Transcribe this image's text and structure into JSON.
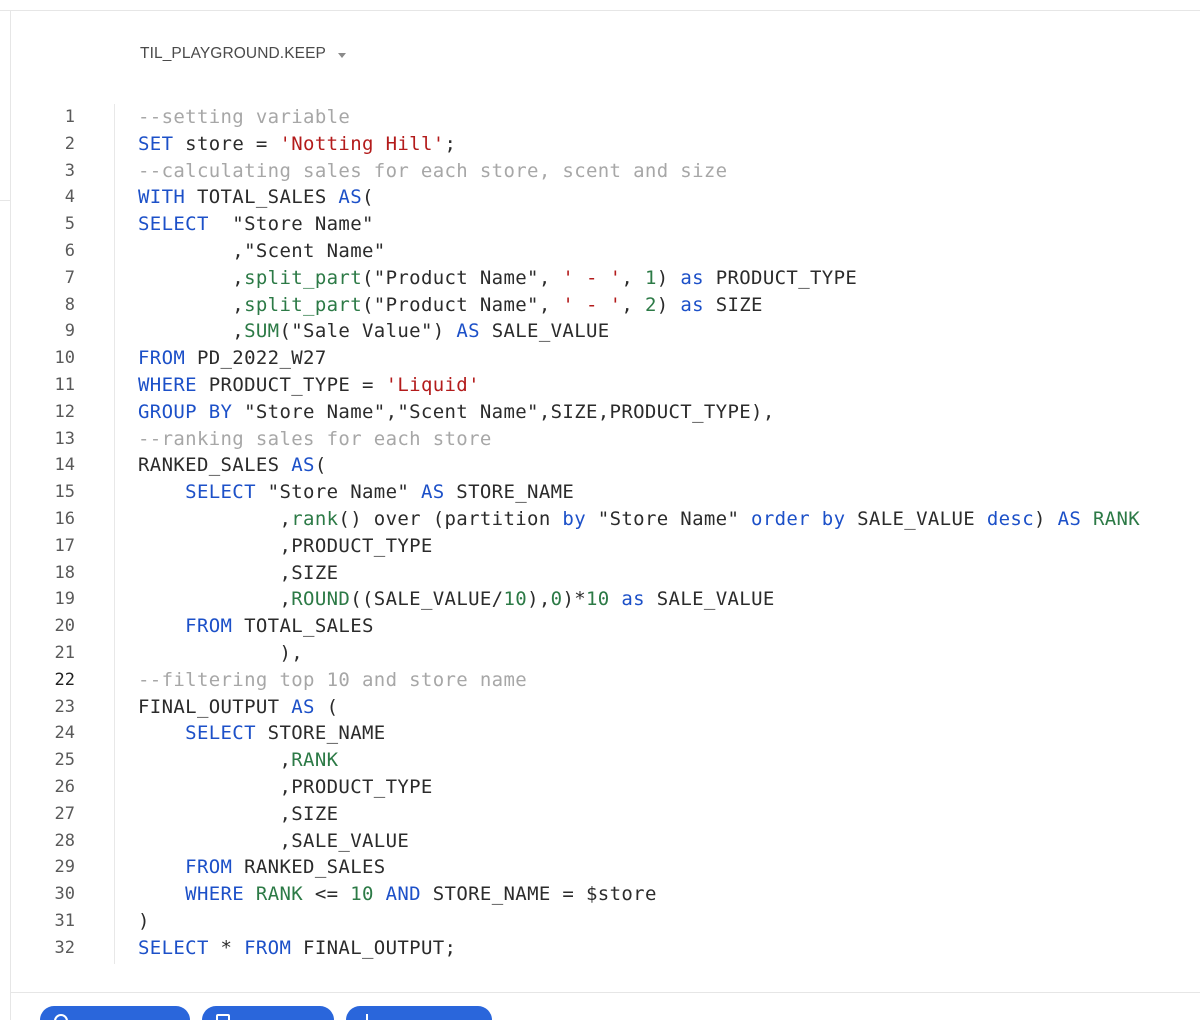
{
  "context": {
    "database_schema": "TIL_PLAYGROUND.KEEP"
  },
  "editor": {
    "active_line": 22,
    "lines": [
      {
        "n": "1",
        "tokens": [
          {
            "t": "--setting variable",
            "c": "cmt"
          }
        ]
      },
      {
        "n": "2",
        "tokens": [
          {
            "t": "SET",
            "c": "kw"
          },
          {
            "t": " store = ",
            "c": ""
          },
          {
            "t": "'Notting Hill'",
            "c": "str"
          },
          {
            "t": ";",
            "c": ""
          }
        ]
      },
      {
        "n": "3",
        "tokens": [
          {
            "t": "--calculating sales for each store, scent and size",
            "c": "cmt"
          }
        ]
      },
      {
        "n": "4",
        "tokens": [
          {
            "t": "WITH",
            "c": "kw"
          },
          {
            "t": " TOTAL_SALES ",
            "c": ""
          },
          {
            "t": "AS",
            "c": "kw"
          },
          {
            "t": "(",
            "c": ""
          }
        ]
      },
      {
        "n": "5",
        "tokens": [
          {
            "t": "SELECT",
            "c": "kw"
          },
          {
            "t": "  \"Store Name\"",
            "c": ""
          }
        ]
      },
      {
        "n": "6",
        "tokens": [
          {
            "t": "        ,\"Scent Name\"",
            "c": ""
          }
        ]
      },
      {
        "n": "7",
        "tokens": [
          {
            "t": "        ,",
            "c": ""
          },
          {
            "t": "split_part",
            "c": "fn"
          },
          {
            "t": "(\"Product Name\", ",
            "c": ""
          },
          {
            "t": "' - '",
            "c": "str"
          },
          {
            "t": ", ",
            "c": ""
          },
          {
            "t": "1",
            "c": "num"
          },
          {
            "t": ") ",
            "c": ""
          },
          {
            "t": "as",
            "c": "kw"
          },
          {
            "t": " PRODUCT_TYPE",
            "c": ""
          }
        ]
      },
      {
        "n": "8",
        "tokens": [
          {
            "t": "        ,",
            "c": ""
          },
          {
            "t": "split_part",
            "c": "fn"
          },
          {
            "t": "(\"Product Name\", ",
            "c": ""
          },
          {
            "t": "' - '",
            "c": "str"
          },
          {
            "t": ", ",
            "c": ""
          },
          {
            "t": "2",
            "c": "num"
          },
          {
            "t": ") ",
            "c": ""
          },
          {
            "t": "as",
            "c": "kw"
          },
          {
            "t": " SIZE",
            "c": ""
          }
        ]
      },
      {
        "n": "9",
        "tokens": [
          {
            "t": "        ,",
            "c": ""
          },
          {
            "t": "SUM",
            "c": "fn"
          },
          {
            "t": "(\"Sale Value\") ",
            "c": ""
          },
          {
            "t": "AS",
            "c": "kw"
          },
          {
            "t": " SALE_VALUE",
            "c": ""
          }
        ]
      },
      {
        "n": "10",
        "tokens": [
          {
            "t": "FROM",
            "c": "kw"
          },
          {
            "t": " PD_2022_W27",
            "c": ""
          }
        ]
      },
      {
        "n": "11",
        "tokens": [
          {
            "t": "WHERE",
            "c": "kw"
          },
          {
            "t": " PRODUCT_TYPE = ",
            "c": ""
          },
          {
            "t": "'Liquid'",
            "c": "str"
          }
        ]
      },
      {
        "n": "12",
        "tokens": [
          {
            "t": "GROUP BY",
            "c": "kw"
          },
          {
            "t": " \"Store Name\",\"Scent Name\",SIZE,PRODUCT_TYPE),",
            "c": ""
          }
        ]
      },
      {
        "n": "13",
        "tokens": [
          {
            "t": "--ranking sales for each store",
            "c": "cmt"
          }
        ]
      },
      {
        "n": "14",
        "tokens": [
          {
            "t": "RANKED_SALES ",
            "c": ""
          },
          {
            "t": "AS",
            "c": "kw"
          },
          {
            "t": "(",
            "c": ""
          }
        ]
      },
      {
        "n": "15",
        "tokens": [
          {
            "t": "    ",
            "c": ""
          },
          {
            "t": "SELECT",
            "c": "kw"
          },
          {
            "t": " \"Store Name\" ",
            "c": ""
          },
          {
            "t": "AS",
            "c": "kw"
          },
          {
            "t": " STORE_NAME",
            "c": ""
          }
        ]
      },
      {
        "n": "16",
        "tokens": [
          {
            "t": "            ,",
            "c": ""
          },
          {
            "t": "rank",
            "c": "fn"
          },
          {
            "t": "() over (partition ",
            "c": ""
          },
          {
            "t": "by",
            "c": "kw"
          },
          {
            "t": " \"Store Name\" ",
            "c": ""
          },
          {
            "t": "order by",
            "c": "kw"
          },
          {
            "t": " SALE_VALUE ",
            "c": ""
          },
          {
            "t": "desc",
            "c": "kw"
          },
          {
            "t": ") ",
            "c": ""
          },
          {
            "t": "AS",
            "c": "kw"
          },
          {
            "t": " ",
            "c": ""
          },
          {
            "t": "RANK",
            "c": "fn"
          }
        ]
      },
      {
        "n": "17",
        "tokens": [
          {
            "t": "            ,PRODUCT_TYPE",
            "c": ""
          }
        ]
      },
      {
        "n": "18",
        "tokens": [
          {
            "t": "            ,SIZE",
            "c": ""
          }
        ]
      },
      {
        "n": "19",
        "tokens": [
          {
            "t": "            ,",
            "c": ""
          },
          {
            "t": "ROUND",
            "c": "fn"
          },
          {
            "t": "((SALE_VALUE/",
            "c": ""
          },
          {
            "t": "10",
            "c": "num"
          },
          {
            "t": "),",
            "c": ""
          },
          {
            "t": "0",
            "c": "num"
          },
          {
            "t": ")*",
            "c": ""
          },
          {
            "t": "10",
            "c": "num"
          },
          {
            "t": " ",
            "c": ""
          },
          {
            "t": "as",
            "c": "kw"
          },
          {
            "t": " SALE_VALUE",
            "c": ""
          }
        ]
      },
      {
        "n": "20",
        "tokens": [
          {
            "t": "    ",
            "c": ""
          },
          {
            "t": "FROM",
            "c": "kw"
          },
          {
            "t": " TOTAL_SALES",
            "c": ""
          }
        ]
      },
      {
        "n": "21",
        "tokens": [
          {
            "t": "            ),",
            "c": ""
          }
        ]
      },
      {
        "n": "22",
        "tokens": [
          {
            "t": "--filtering top 10 and store name",
            "c": "cmt"
          }
        ]
      },
      {
        "n": "23",
        "tokens": [
          {
            "t": "FINAL_OUTPUT ",
            "c": ""
          },
          {
            "t": "AS",
            "c": "kw"
          },
          {
            "t": " (",
            "c": ""
          }
        ]
      },
      {
        "n": "24",
        "tokens": [
          {
            "t": "    ",
            "c": ""
          },
          {
            "t": "SELECT",
            "c": "kw"
          },
          {
            "t": " STORE_NAME",
            "c": ""
          }
        ]
      },
      {
        "n": "25",
        "tokens": [
          {
            "t": "            ,",
            "c": ""
          },
          {
            "t": "RANK",
            "c": "fn"
          }
        ]
      },
      {
        "n": "26",
        "tokens": [
          {
            "t": "            ,PRODUCT_TYPE",
            "c": ""
          }
        ]
      },
      {
        "n": "27",
        "tokens": [
          {
            "t": "            ,SIZE",
            "c": ""
          }
        ]
      },
      {
        "n": "28",
        "tokens": [
          {
            "t": "            ,SALE_VALUE",
            "c": ""
          }
        ]
      },
      {
        "n": "29",
        "tokens": [
          {
            "t": "    ",
            "c": ""
          },
          {
            "t": "FROM",
            "c": "kw"
          },
          {
            "t": " RANKED_SALES",
            "c": ""
          }
        ]
      },
      {
        "n": "30",
        "tokens": [
          {
            "t": "    ",
            "c": ""
          },
          {
            "t": "WHERE",
            "c": "kw"
          },
          {
            "t": " ",
            "c": ""
          },
          {
            "t": "RANK",
            "c": "fn"
          },
          {
            "t": " <= ",
            "c": ""
          },
          {
            "t": "10",
            "c": "num"
          },
          {
            "t": " ",
            "c": ""
          },
          {
            "t": "AND",
            "c": "kw"
          },
          {
            "t": " STORE_NAME = $store",
            "c": ""
          }
        ]
      },
      {
        "n": "31",
        "tokens": [
          {
            "t": ")",
            "c": ""
          }
        ]
      },
      {
        "n": "32",
        "tokens": [
          {
            "t": "SELECT",
            "c": "kw"
          },
          {
            "t": " * ",
            "c": ""
          },
          {
            "t": "FROM",
            "c": "kw"
          },
          {
            "t": " FINAL_OUTPUT;",
            "c": ""
          }
        ]
      }
    ]
  },
  "colors": {
    "keyword": "#1c50c8",
    "function": "#2c7a46",
    "string": "#b31b1b",
    "comment": "#a7a7a7",
    "button": "#2a66db"
  },
  "icons": [
    "chevron-down-icon"
  ]
}
